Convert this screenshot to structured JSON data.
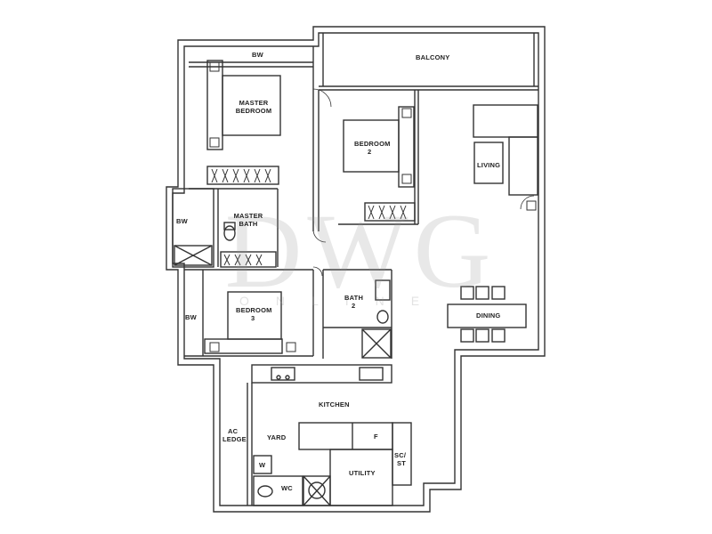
{
  "plan": {
    "rooms": {
      "bw_top": "BW",
      "balcony": "BALCONY",
      "master_bedroom": "MASTER BEDROOM",
      "bedroom_2_line1": "BEDROOM",
      "bedroom_2_line2": "2",
      "living": "LIVING",
      "bw_left": "BW",
      "master_bath": "MASTER BATH",
      "bath_2_line1": "BATH",
      "bath_2_line2": "2",
      "bw_lower": "BW",
      "bedroom_3_line1": "BEDROOM",
      "bedroom_3_line2": "3",
      "dining": "DINING",
      "kitchen": "KITCHEN",
      "ac_ledge_line1": "AC",
      "ac_ledge_line2": "LEDGE",
      "yard": "YARD",
      "fridge": "F",
      "washer": "W",
      "store_line1": "SC/",
      "store_line2": "ST",
      "utility": "UTILITY",
      "wc": "WC"
    },
    "watermark": {
      "main": "DWG",
      "sub": "ONLINE"
    }
  }
}
